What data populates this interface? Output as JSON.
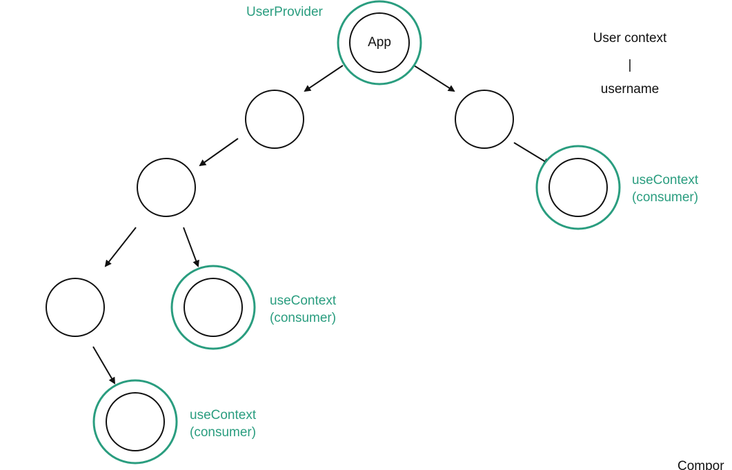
{
  "colors": {
    "provider_ring": "#2a9d7f",
    "node_stroke": "#111111",
    "label_green": "#2a9d7f",
    "text": "#111111"
  },
  "diagram": {
    "provider_label": "UserProvider",
    "root_label": "App",
    "legend": {
      "title": "User context",
      "separator": "|",
      "field": "username"
    },
    "consumer_label_line1": "useContext",
    "consumer_label_line2": "(consumer)",
    "corner_text": "Compor"
  }
}
